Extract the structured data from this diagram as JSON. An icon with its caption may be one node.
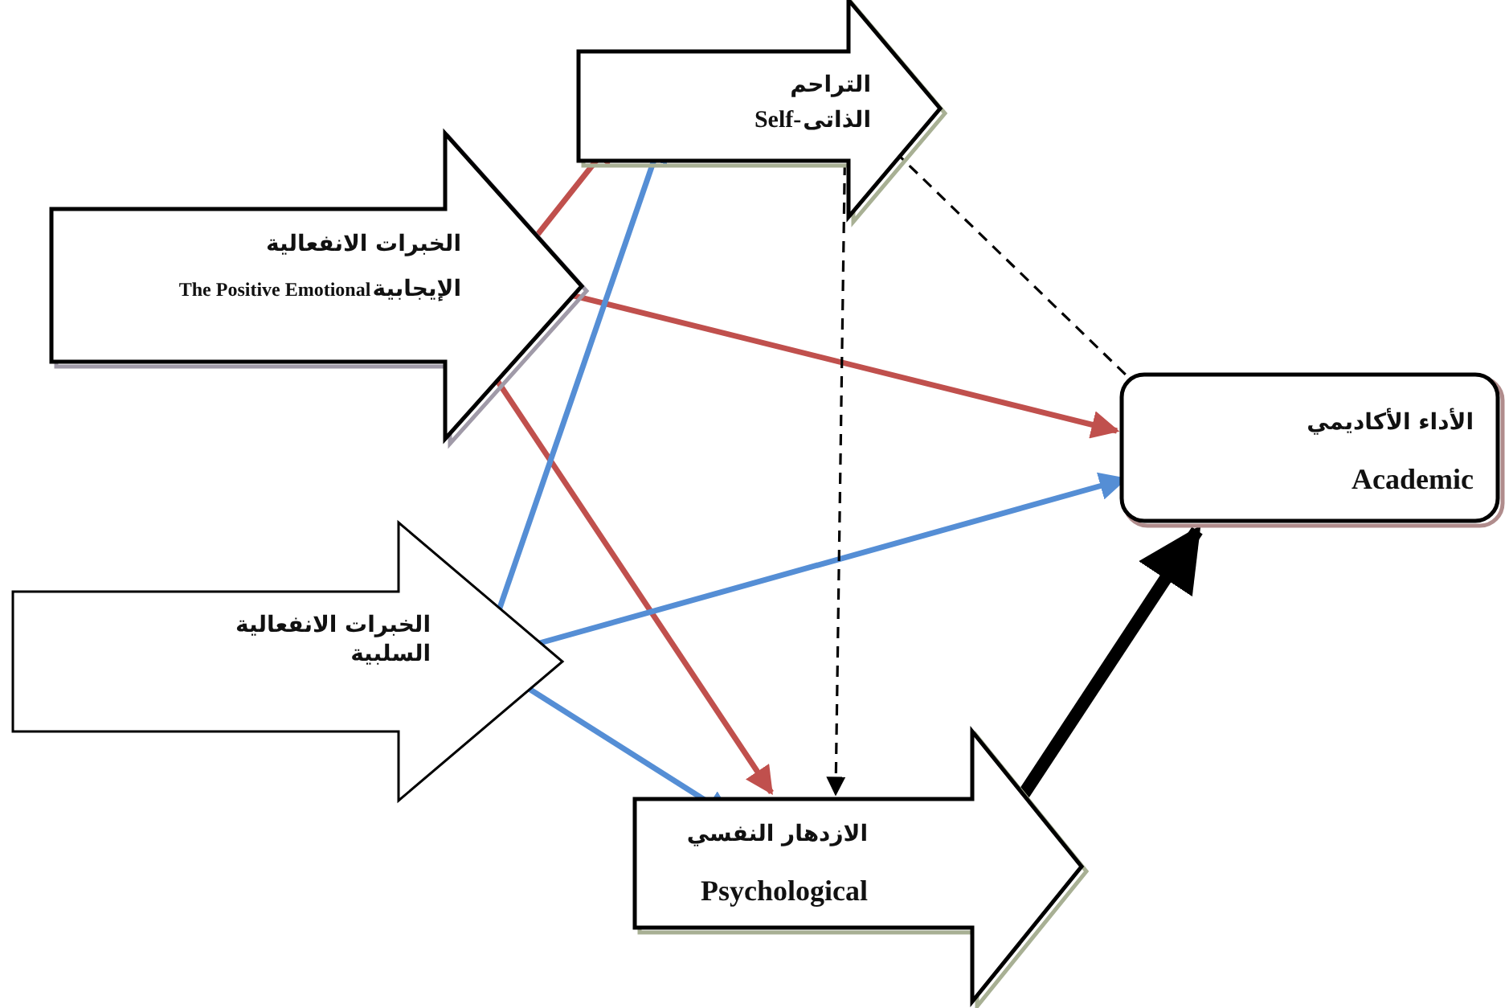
{
  "diagram": {
    "nodes": [
      {
        "text": [
          "الخبرات الانفعالية",
          "الإيجابية",
          "The Positive  Emotional"
        ]
      },
      {
        "text": [
          "التراحم",
          "الذاتى",
          "Self-"
        ]
      },
      {
        "text": [
          "الخبرات الانفعالية السلبية"
        ]
      },
      {
        "text": [
          "الأداء الأكاديمي",
          "Academic"
        ]
      },
      {
        "text": [
          "الازدهار النفسي",
          "Psychological"
        ]
      }
    ],
    "edges": [
      {
        "from": 0,
        "to": 1,
        "arrow": "to",
        "color": "#c0504d"
      },
      {
        "from": 0,
        "to": 3,
        "arrow": "to",
        "color": "#c0504d"
      },
      {
        "from": 0,
        "to": 4,
        "arrow": "to",
        "color": "#c0504d"
      },
      {
        "from": 2,
        "to": 1,
        "arrow": "to",
        "color": "#558ed5"
      },
      {
        "from": 2,
        "to": 3,
        "arrow": "to",
        "color": "#558ed5"
      },
      {
        "from": 2,
        "to": 4,
        "arrow": "to",
        "color": "#558ed5"
      },
      {
        "from": 1,
        "to": 3,
        "arrow": "to",
        "style": "dashed",
        "color": "#000000"
      },
      {
        "from": 1,
        "to": 4,
        "arrow": "both",
        "style": "dashed",
        "color": "#000000"
      },
      {
        "from": 4,
        "to": 3,
        "arrow": "to",
        "style": "thick",
        "color": "#000000"
      }
    ]
  }
}
